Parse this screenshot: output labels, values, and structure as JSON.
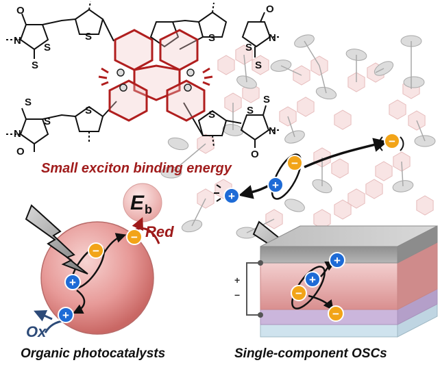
{
  "headline": "Small exciton binding energy",
  "energy_symbol": "E",
  "energy_subscript": "b",
  "reduction_label": "Red",
  "oxidation_label": "Ox",
  "photocatalyst_caption": "Organic photocatalysts",
  "osc_caption": "Single-component OSCs",
  "electrode_plus": "+",
  "electrode_minus": "−",
  "molecule_atoms": {
    "oxygen": "O",
    "nitrogen": "N",
    "sulfur": "S"
  },
  "charges": {
    "hole": "+",
    "electron": "−"
  },
  "colors": {
    "accent_red": "#a01c1c",
    "core_red": "#b01e1e",
    "hole_blue": "#1e6bd6",
    "electron_orange": "#f2a418",
    "pink_sphere": "#e79a98",
    "oxidation_navy": "#2c4a78",
    "layer_gray": "#9a9a9a",
    "layer_pink": "#e8b1b1",
    "layer_lavender": "#cbb6dc",
    "layer_lightblue": "#dcecf4"
  },
  "icons": [
    "lightning-bolt-icon",
    "hole-icon",
    "electron-icon",
    "arrow-icon"
  ]
}
